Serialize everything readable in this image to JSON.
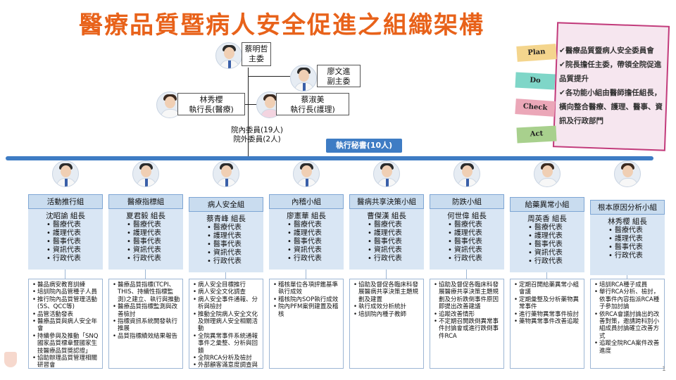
{
  "title": "醫療品質暨病人安全促進之組織架構",
  "chair": {
    "name": "蔡明哲",
    "role": "主委"
  },
  "vice_chair": {
    "name": "廖文進",
    "role": "副主委"
  },
  "exec_medical": {
    "name": "林秀櫻",
    "role": "執行長(醫療)"
  },
  "exec_nursing": {
    "name": "蔡淑美",
    "role": "執行長(護理)"
  },
  "committee": {
    "line1": "院內委員(19人)",
    "line2": "院外委員(2人)"
  },
  "secretary": "執行秘書(10人)",
  "pdca": {
    "tags": [
      "Plan",
      "Do",
      "Check",
      "Act"
    ],
    "tag_colors": [
      "#f4d58d",
      "#7fd6c8",
      "#eba7b8",
      "#a8d08d"
    ],
    "lines": [
      "醫療品質暨病人安全委員會",
      "院長擔任主委，帶領全院促進品質提升",
      "各功能小組由醫師擔任組長，橫向整合醫療、護理、醫事、資訊及行政部門"
    ]
  },
  "groups": [
    {
      "name": "活動推行組",
      "leader": "沈昭諭 組長",
      "members": [
        "醫療代表",
        "護理代表",
        "醫事代表",
        "資訊代表",
        "行政代表"
      ],
      "duties": [
        "醫品病安教育訓練",
        "培訓院內品管種子人員",
        "推行院內品質管理活動(5S、QCC等)",
        "品管活動發表",
        "醫療品質與病人安全年會",
        "持續參與及推動「SNQ國家品質標章暨國家生技醫療品質獎認證」",
        "協助辦理品質管理相關研習會"
      ]
    },
    {
      "name": "醫療指標組",
      "leader": "夏君毅 組長",
      "members": [
        "醫療代表",
        "護理代表",
        "醫事代表",
        "資訊代表",
        "行政代表"
      ],
      "duties": [
        "醫療品質指標(TCPI、THIS、持續性指標監測)之建立、執行與推動",
        "醫療品質指標監測與改善檢討",
        "指標資訊系統開發執行推展",
        "品質指標績效結果報告"
      ]
    },
    {
      "name": "病人安全組",
      "leader": "蔡青峰 組長",
      "members": [
        "醫療代表",
        "護理代表",
        "醫事代表",
        "資訊代表",
        "行政代表"
      ],
      "duties": [
        "病人安全目標推行",
        "病人安全文化調查",
        "病人安全事件通報、分析與檢討",
        "推動全院病人安全文化及辦理病人安全相關活動",
        "全院異常事件系統通報事件之彙整、分析與回饋",
        "全院RCA分析及檢討",
        "外部顧客滿意度調查與分析(門診、急診、住院)"
      ]
    },
    {
      "name": "內稽小組",
      "leader": "廖憲華 組長",
      "members": [
        "醫療代表",
        "護理代表",
        "醫事代表",
        "資訊代表",
        "行政代表"
      ],
      "duties": [
        "稽核單位各項評鑑基準執行成效",
        "稽核院內SOP執行成效",
        "院內PFM案例建置及稽核"
      ]
    },
    {
      "name": "醫病共享決策小組",
      "leader": "曹傑漢 組長",
      "members": [
        "醫療代表",
        "護理代表",
        "醫事代表",
        "資訊代表",
        "行政代表"
      ],
      "duties": [
        "協助及督促各臨床科發展醫病共享決策主題規劃及建置",
        "執行成效分析統計",
        "培訓院內種子教師"
      ]
    },
    {
      "name": "防跌小組",
      "leader": "何世偉 組長",
      "members": [
        "醫療代表",
        "護理代表",
        "醫事代表",
        "資訊代表",
        "行政代表"
      ],
      "duties": [
        "協助及督促各臨床科發展醫療共享決策主題規劃及分析跌倒事件原因即提出改善建議",
        "追蹤改善情形",
        "不定期召開跌倒異常事件討論會或進行跌倒事件RCA"
      ]
    },
    {
      "name": "給藥異常小組",
      "leader": "周英香 組長",
      "members": [
        "醫療代表",
        "護理代表",
        "醫事代表",
        "資訊代表",
        "行政代表"
      ],
      "duties": [
        "定期召開給藥異常小組會議",
        "定期彙整及分析藥物異常事件",
        "進行藥物異常事件檢討",
        "藥物異常事件改善追蹤"
      ]
    },
    {
      "name": "根本原因分析小組",
      "leader": "林秀櫻 組長",
      "members": [
        "醫療代表",
        "護理代表",
        "醫事代表",
        "行政代表"
      ],
      "duties": [
        "培訓RCA種子成員",
        "舉行RCA分析、檢討，依事件內容指派RCA種子參加討論",
        "依RCA會議討論出的改善對策，邀請跨科別小組成員討論確立改善方式",
        "追蹤全院RCA案件改善進度"
      ]
    }
  ],
  "page_number": "1"
}
